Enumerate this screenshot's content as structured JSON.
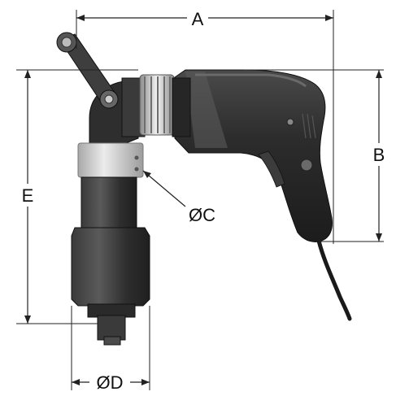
{
  "dimensions": {
    "a": "A",
    "b": "B",
    "c": "ØC",
    "d": "ØD",
    "e": "E"
  },
  "colors": {
    "body_dark": "#2b2b2b",
    "body_mid": "#4a4a4a",
    "ring_silver": "#bdbdbd",
    "collar_silver": "#d9d9d9",
    "line": "#222222"
  }
}
